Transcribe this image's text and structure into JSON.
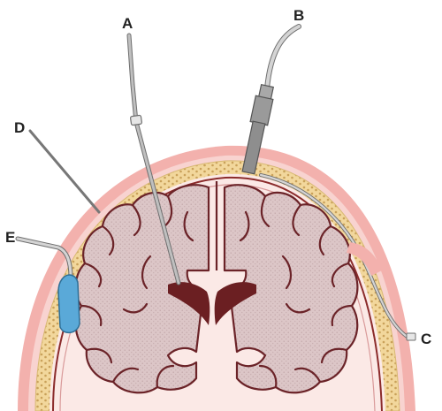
{
  "labels": {
    "a": "A",
    "b": "B",
    "c": "C",
    "d": "D",
    "e": "E"
  },
  "colors": {
    "scalp": "#f3b1ad",
    "scalp_inner": "#f8d3d0",
    "bone": "#f2d79c",
    "bone_dots": "#c9a15a",
    "dura": "#8b2b2b",
    "brain": "#d9c3c4",
    "brain_outline": "#6b2328",
    "ventricle": "#6b1f22",
    "catheter": "#bfbfbf",
    "catheter_edge": "#6f6f6f",
    "reservoir": "#5aa9d8",
    "ink": "#222222"
  },
  "icons": {
    "a": "ventricular-catheter",
    "b": "intraparenchymal-bolt-probe",
    "c": "subdural-catheter",
    "d": "pointer-line",
    "e": "epidural-sensor"
  }
}
